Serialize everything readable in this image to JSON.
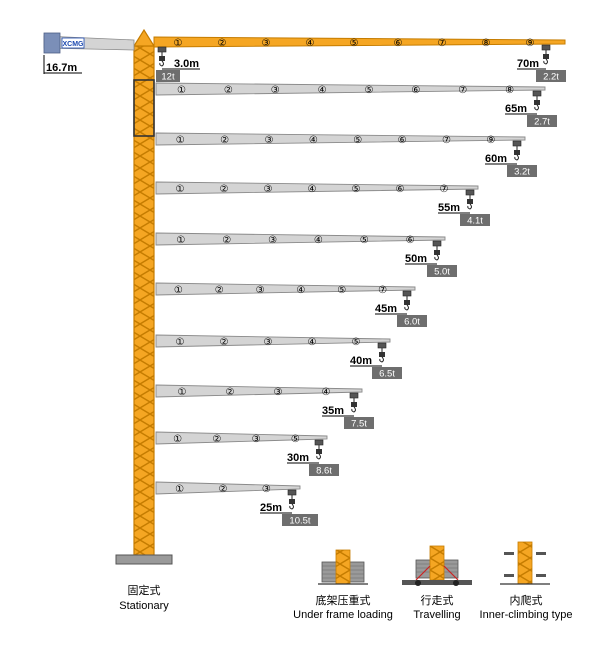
{
  "colors": {
    "tower_fill": "#f5a623",
    "tower_stroke": "#c57c00",
    "jib_gray": "#d4d4d4",
    "jib_stroke": "#8a8a8a",
    "badge": "#6e6e6e",
    "text": "#000000",
    "brand_blue": "#1c49b0"
  },
  "brand": "XCMG",
  "counter_jib_length": "16.7m",
  "top_jib": {
    "near_radius": "3.0m",
    "near_load": "12t",
    "end_radius": "70m",
    "end_load": "2.2t",
    "sections": [
      "①",
      "②",
      "③",
      "④",
      "⑤",
      "⑥",
      "⑦",
      "⑧",
      "⑨"
    ]
  },
  "jib_configs": [
    {
      "radius": "65m",
      "load": "2.7t",
      "sections": [
        "①",
        "②",
        "③",
        "④",
        "⑤",
        "⑥",
        "⑦",
        "⑧"
      ]
    },
    {
      "radius": "60m",
      "load": "3.2t",
      "sections": [
        "①",
        "②",
        "③",
        "④",
        "⑤",
        "⑥",
        "⑦",
        "⑨"
      ]
    },
    {
      "radius": "55m",
      "load": "4.1t",
      "sections": [
        "①",
        "②",
        "③",
        "④",
        "⑤",
        "⑥",
        "⑦"
      ]
    },
    {
      "radius": "50m",
      "load": "5.0t",
      "sections": [
        "①",
        "②",
        "③",
        "④",
        "⑤",
        "⑥"
      ]
    },
    {
      "radius": "45m",
      "load": "6.0t",
      "sections": [
        "①",
        "②",
        "③",
        "④",
        "⑤",
        "⑦"
      ]
    },
    {
      "radius": "40m",
      "load": "6.5t",
      "sections": [
        "①",
        "②",
        "③",
        "④",
        "⑤"
      ]
    },
    {
      "radius": "35m",
      "load": "7.5t",
      "sections": [
        "①",
        "②",
        "③",
        "④"
      ]
    },
    {
      "radius": "30m",
      "load": "8.6t",
      "sections": [
        "①",
        "②",
        "③",
        "⑤"
      ]
    },
    {
      "radius": "25m",
      "load": "10.5t",
      "sections": [
        "①",
        "②",
        "③"
      ]
    }
  ],
  "base_types": [
    {
      "key": "stationary",
      "zh": "固定式",
      "en": "Stationary"
    },
    {
      "key": "under-frame",
      "zh": "底架压重式",
      "en": "Under frame loading"
    },
    {
      "key": "travelling",
      "zh": "行走式",
      "en": "Travelling"
    },
    {
      "key": "inner-climbing",
      "zh": "内爬式",
      "en": "Inner-climbing type"
    }
  ]
}
